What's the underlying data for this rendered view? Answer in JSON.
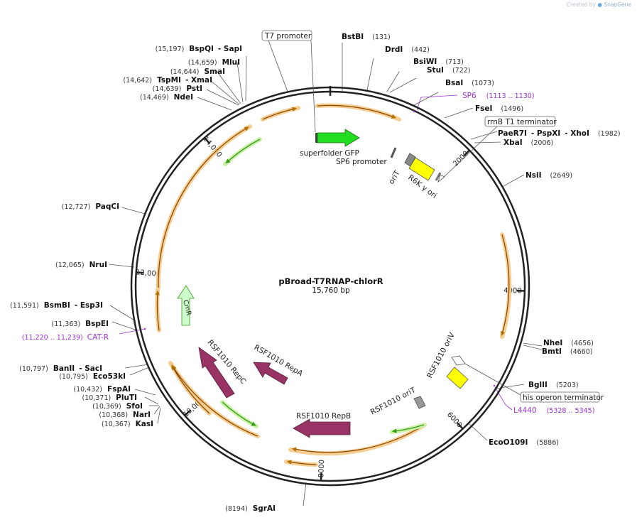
{
  "credit": {
    "prefix": "Created by",
    "brand": "SnapGene"
  },
  "plasmid": {
    "name": "pBroad-T7RNAP-chlorR",
    "size_label": "15,760 bp",
    "length": 15760
  },
  "ticks": [
    {
      "label": "2000",
      "pos": 2000
    },
    {
      "label": "4000",
      "pos": 4000
    },
    {
      "label": "6000",
      "pos": 6000
    },
    {
      "label": "8000",
      "pos": 8000
    },
    {
      "label": "10,000",
      "pos": 10000
    },
    {
      "label": "12,000",
      "pos": 12000
    },
    {
      "label": "14,000",
      "pos": 14000
    }
  ],
  "sites": [
    {
      "name": "BstBI",
      "coord": "(131)"
    },
    {
      "name": "DrdI",
      "coord": "(442)"
    },
    {
      "name": "BsiWI",
      "coord": "(713)"
    },
    {
      "name": "StuI",
      "coord": "(722)"
    },
    {
      "name": "BsaI",
      "coord": "(1073)"
    },
    {
      "name": "FseI",
      "coord": "(1496)"
    },
    {
      "name": "PaeR7I",
      "extra": "- PspXI",
      "extra2": "- XhoI",
      "coord": "(1982)"
    },
    {
      "name": "XbaI",
      "coord": "(2006)"
    },
    {
      "name": "NsiI",
      "coord": "(2649)"
    },
    {
      "name": "NheI",
      "coord": "(4656)"
    },
    {
      "name": "BmtI",
      "coord": "(4660)"
    },
    {
      "name": "BglII",
      "coord": "(5203)"
    },
    {
      "name": "EcoO109I",
      "coord": "(5886)"
    },
    {
      "name": "SgrAI",
      "coord": "(8194)"
    },
    {
      "name": "KasI",
      "coord": "(10,367)"
    },
    {
      "name": "NarI",
      "coord": "(10,368)"
    },
    {
      "name": "SfoI",
      "coord": "(10,369)"
    },
    {
      "name": "PluTI",
      "coord": "(10,371)"
    },
    {
      "name": "FspAI",
      "coord": "(10,432)"
    },
    {
      "name": "Eco53kI",
      "coord": "(10,795)"
    },
    {
      "name": "BanII",
      "extra": "- SacI",
      "coord": "(10,797)"
    },
    {
      "name": "BspEI",
      "coord": "(11,363)"
    },
    {
      "name": "BsmBI",
      "extra": "- Esp3I",
      "coord": "(11,591)"
    },
    {
      "name": "NruI",
      "coord": "(12,065)"
    },
    {
      "name": "PaqCI",
      "coord": "(12,727)"
    },
    {
      "name": "NdeI",
      "coord": "(14,469)"
    },
    {
      "name": "PstI",
      "coord": "(14,639)"
    },
    {
      "name": "TspMI",
      "extra": "- XmaI",
      "coord": "(14,642)"
    },
    {
      "name": "SmaI",
      "coord": "(14,644)"
    },
    {
      "name": "MluI",
      "coord": "(14,659)"
    },
    {
      "name": "BspQI",
      "extra": "- SapI",
      "coord": "(15,197)"
    }
  ],
  "primers": [
    {
      "name": "SP6",
      "coord": "(1113 .. 1130)",
      "color": "#9b30d9"
    },
    {
      "name": "L4440",
      "coord": "(5328 .. 5345)",
      "color": "#9b30d9"
    },
    {
      "name": "CAT-R",
      "coord": "(11,220 .. 11,239)",
      "color": "#9b30d9"
    }
  ],
  "boxed_features": [
    "T7 promoter",
    "rrnB T1 terminator",
    "his operon terminator"
  ],
  "features": [
    {
      "name": "superfolder GFP",
      "color": "#22dd22"
    },
    {
      "name": "SP6 promoter"
    },
    {
      "name": "oriT"
    },
    {
      "name": "R6K γ ori",
      "color": "#ffff00"
    },
    {
      "name": "RSF1010 oriV",
      "color": "#ffff00"
    },
    {
      "name": "RSF1010 oriT"
    },
    {
      "name": "RSF1010 RepB",
      "color": "#993366"
    },
    {
      "name": "RSF1010 RepA",
      "color": "#993366"
    },
    {
      "name": "RSF1010 RepC",
      "color": "#993366"
    },
    {
      "name": "CmR",
      "color": "#ccffcc"
    }
  ],
  "colors": {
    "backbone": "#222222",
    "orf_fill": "#f6c987",
    "orf_stroke": "#8b4a00",
    "orf_arrow": "#b37200",
    "green_arrow": "#3a9a1a",
    "green_halo": "#c9f2a6",
    "primer": "#9b30d9"
  }
}
